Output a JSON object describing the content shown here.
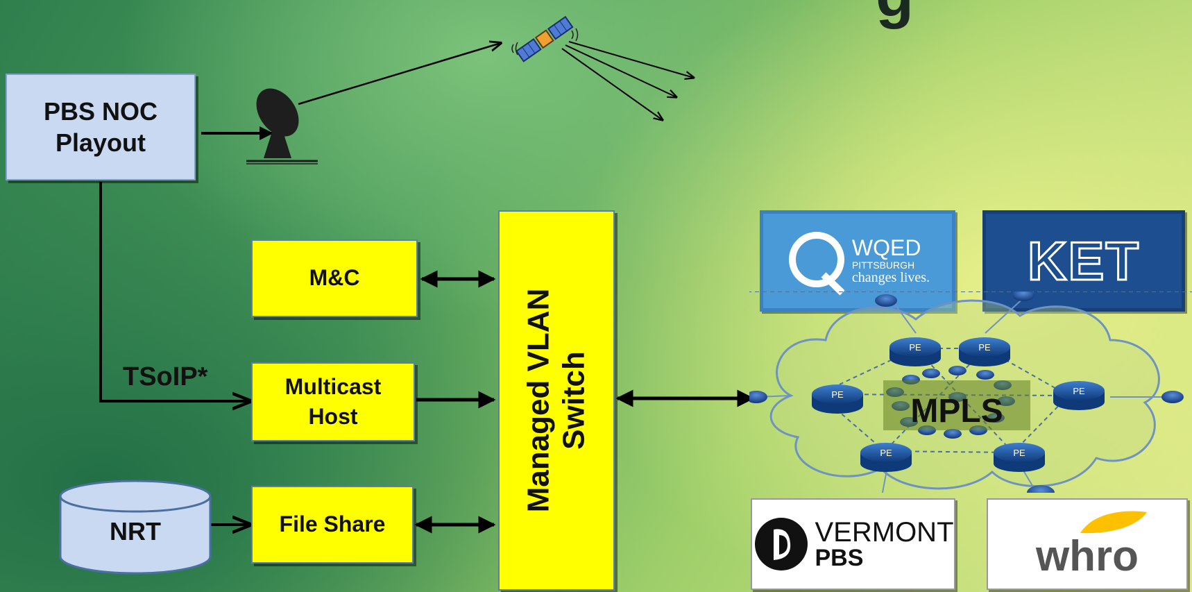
{
  "title_fragment": "g",
  "boxes": {
    "noc": [
      "PBS NOC",
      "Playout"
    ],
    "mc": "M&C",
    "multicast": [
      "Multicast",
      "Host"
    ],
    "fileshare": "File Share",
    "nrt": "NRT",
    "vlan": [
      "Managed VLAN",
      "Switch"
    ]
  },
  "labels": {
    "tsoip": "TSoIP*",
    "mpls": "MPLS",
    "pe": "PE"
  },
  "logos": {
    "wqed": {
      "name": "WQED",
      "sub": "PITTSBURGH",
      "tagline": "changes lives.",
      "bg": "#4a9ad8"
    },
    "ket": {
      "name": "KET",
      "bg": "#1d4f90"
    },
    "vermont": {
      "name": "VERMONT",
      "sub": "PBS",
      "bg": "#ffffff"
    },
    "whro": {
      "name": "whro",
      "bg": "#ffffff"
    }
  },
  "colors": {
    "box_blue": "#c9d9f1",
    "box_yellow": "#ffff00",
    "arrow": "#000000",
    "cloud": "#7da0c8"
  }
}
